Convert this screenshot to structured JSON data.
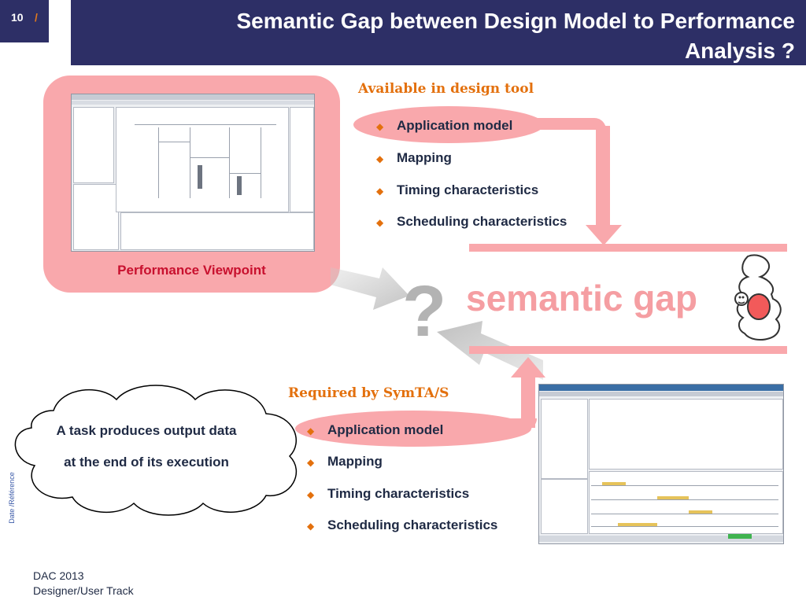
{
  "header": {
    "slide_number": "10",
    "slide_separator": "/",
    "title_line1": "Semantic Gap between Design Model to Performance",
    "title_line2": "Analysis ?"
  },
  "viewpoint": {
    "label": "Performance Viewpoint"
  },
  "design_tool": {
    "heading": "Available in design tool",
    "items": [
      "Application model",
      "Mapping",
      "Timing characteristics",
      "Scheduling characteristics"
    ]
  },
  "symta": {
    "heading": "Required by SymTA/S",
    "items": [
      "Application model",
      "Mapping",
      "Timing characteristics",
      "Scheduling characteristics"
    ]
  },
  "gap": {
    "label": "semantic gap",
    "question": "?"
  },
  "cloud": {
    "line1": "A task produces output  data",
    "line2": "at the end of its execution"
  },
  "side_label": "Date /Référence",
  "footer": {
    "line1": "DAC 2013",
    "line2": "Designer/User Track"
  },
  "colors": {
    "header_bg": "#2d2f66",
    "accent_orange": "#e3700d",
    "highlight_pink": "#f9a8ac",
    "gap_text": "#f59ea2",
    "viewpoint_text": "#c8102e"
  }
}
